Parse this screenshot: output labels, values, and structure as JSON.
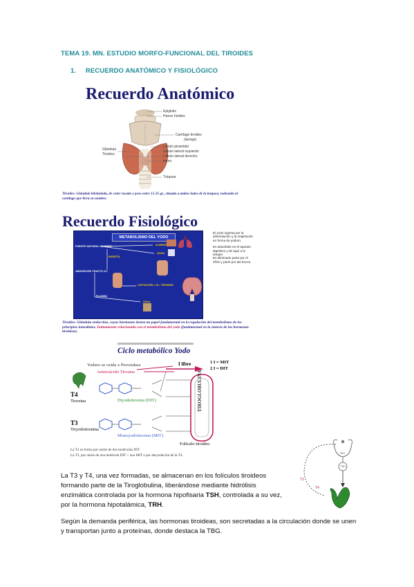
{
  "heading": "TEMA 19. MN. ESTUDIO MORFO-FUNCIONAL DEL TIROIDES",
  "section": {
    "number": "1.",
    "title": "RECUERDO ANATÓMICO Y FISIOLÓGICO"
  },
  "anatomy": {
    "title": "Recuerdo Anatómico",
    "labels_right": [
      "Epiglotis",
      "Hueso hioides",
      "Cartílago tiroides",
      "(laringe)",
      "Lóbulo piramidal",
      "Lóbulo lateral izquierdo",
      "Lóbulo lateral derecho",
      "Istmo",
      "Tráquea"
    ],
    "labels_left": [
      "Glándula",
      "Tiroides"
    ],
    "caption": "Tiroides: Glándula bilobulada, de color rosado y peso entre 15-25 gr., situada a ambos lados de la tráquea, rodeando al cartílago que lleva su nombre."
  },
  "physiology": {
    "title": "Recuerdo Fisiológico",
    "panel_title": "METABOLISMO DEL YODO",
    "panel_labels": [
      "FUENTE NATURAL DE YODO",
      "ALIMENTOS",
      "AGUA",
      "INGESTA",
      "ABSORCIÓN TRACTO G.I.",
      "CAPTACIÓN x GL. TIROIDES",
      "PLASMA",
      "Orina"
    ],
    "side_text": [
      "El yodo ingresa por la alimentación y la respiración en forma de yodurn.",
      "Es absorbido en el aparato digestivo y de aquí a la sangre.",
      "Es eliminado parte por el riñón y parte por las heces."
    ],
    "caption_normal": "Tiroides: Glándula endocrina, cuyas hormonas tienen un papel fundamental en la regulación del metabolismo de los principios inmediatos. ",
    "caption_highlight": "Íntimamente relacionada con el metabolismo del yodo",
    "caption_end": " (fundamental en la síntesis de las hormonas tiroideas)."
  },
  "cycle": {
    "title": "Ciclo metabólico Yodo",
    "yoduro": "Yoduro se oxida x Peroxidasa",
    "aminoacido": "Aminoácido Tirosina",
    "i_libre": "I libre",
    "mit_line": "1 I = MIT",
    "dit_line": "2 I = DIT",
    "t4": "T4",
    "tiroxina": "Tiroxina",
    "dit_label": "Diyodotirosina (DIT)",
    "t3": "T3",
    "triyodo": "Triyodotironina",
    "mit_label": "Monoyodotirosina (MIT)",
    "tiroglobulina": "TIROGLOBULINA",
    "folliculo": "Folículo tiroideo",
    "note1": "La T4 se forma por unión de dos moléculas DIT.",
    "note2": "La T3, por unión de una molécula DIT + una MIT o por desyodación de la T4."
  },
  "paragraph1": {
    "parts": [
      "La T3 y T4, una vez formadas, se almacenan en los folículos tiroideos formando parte de la Tiroglobulina, liberándose mediante hidrólisis enzimática controlada por la hormona hipofisaria ",
      "TSH",
      ", controlada a su vez, por la hormona hipotalámica, ",
      "TRH",
      "."
    ]
  },
  "paragraph2": "Según la demanda periférica, las hormonas tiroideas, son secretadas a la circulación donde se unen y transportan junto a proteínas, donde destaca la TBG.",
  "feedback": {
    "trh": "TRH",
    "tsh": "TSH",
    "t3": "T3",
    "t4": "T4"
  },
  "colors": {
    "heading": "#1f8b9a",
    "navy": "#1a1a6e",
    "panel": "#1a2a9a",
    "highlight": "#c2185b"
  }
}
